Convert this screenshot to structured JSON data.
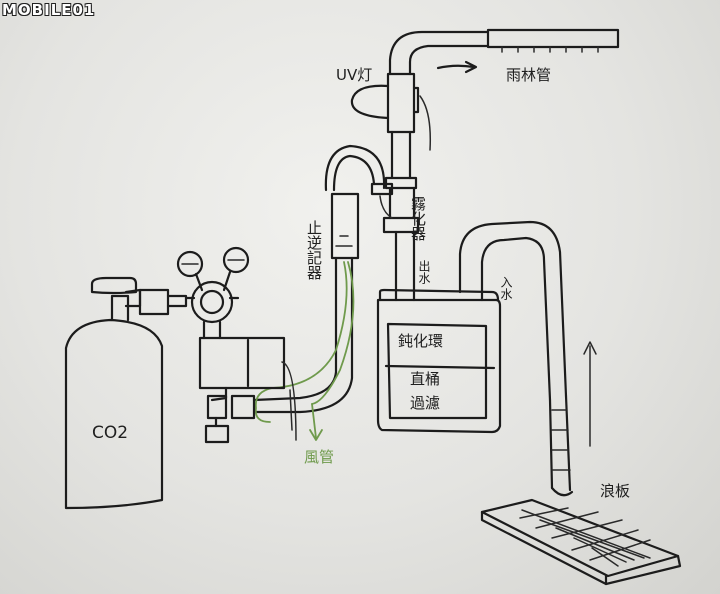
{
  "watermark": "MOBILE01",
  "labels": {
    "uv_lamp": "UV灯",
    "shower_pipe": "雨林管",
    "atomizer": "霧化器",
    "check_valve": "止逆記器",
    "out_water": "出水",
    "in_water": "入水",
    "filter_bucket_line1": "鈍化環",
    "filter_bucket_line2": "直桶",
    "filter_bucket_line3": "過濾",
    "wave_board": "浪板",
    "co2": "CO2",
    "air_tube": "風管"
  },
  "colors": {
    "ink": "#1c1c1c",
    "air_tube_ink": "#6f9a4c",
    "paper": "#ebebe8"
  }
}
